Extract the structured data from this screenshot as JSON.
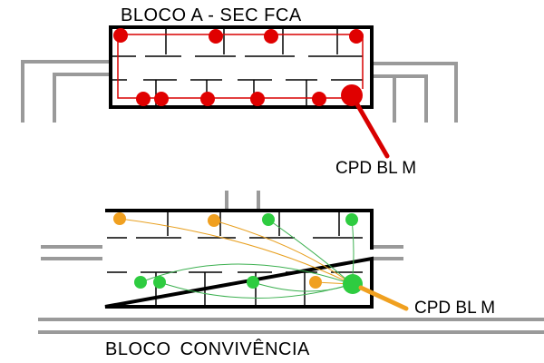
{
  "diagram": {
    "top": {
      "title": "BLOCO A - SEC FCA",
      "cpd_label": "CPD BL M",
      "node_color": "#e00000",
      "cable_color": "#d80000"
    },
    "bottom": {
      "title": "BLOCO  CONVIVÊNCIA",
      "cpd_label": "CPD BL M",
      "green_color": "#2ecc40",
      "orange_color": "#f0a020",
      "green_cable_color": "#3cb050",
      "orange_cable_color": "#e8a020"
    },
    "wall_color": "#000000",
    "corridor_color": "#999999"
  }
}
